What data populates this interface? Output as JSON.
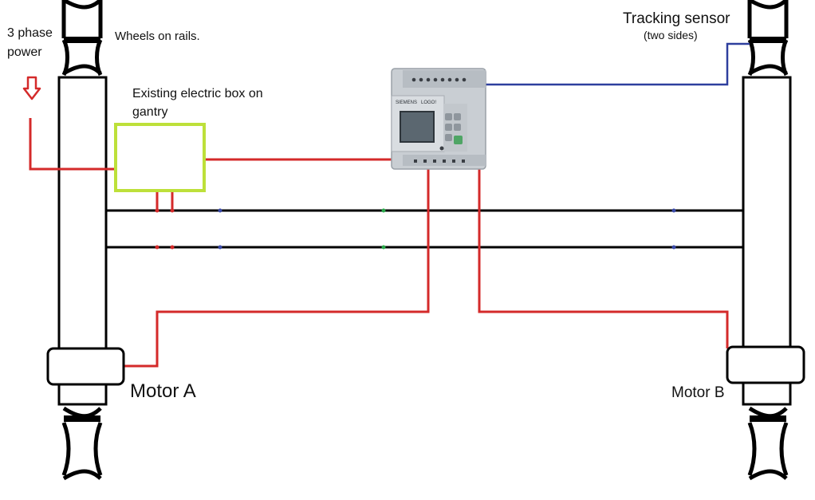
{
  "labels": {
    "power": "3 phase power",
    "wheels": "Wheels on rails.",
    "electric_box": "Existing electric box on gantry",
    "tracking_sensor": "Tracking sensor",
    "tracking_sensor_note": "(two sides)",
    "motor_a": "Motor A",
    "motor_b": "Motor B"
  },
  "plc": {
    "brand": "SIEMENS",
    "model": "LOGO!"
  },
  "colors": {
    "power_wire": "#d42a2a",
    "sensor_wire": "#2e3f9e",
    "electric_box_outline": "#bde03a",
    "structure": "#000000"
  },
  "icons": {
    "power_arrow": "down-arrow-icon"
  }
}
